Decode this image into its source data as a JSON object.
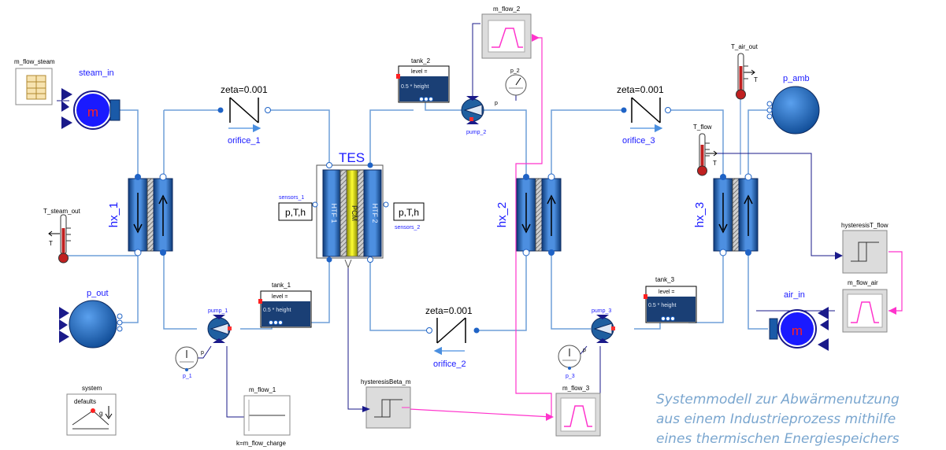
{
  "labels": {
    "m_flow_steam": "m_flow_steam",
    "steam_in": "steam_in",
    "zeta_1": "zeta=0.001",
    "orifice_1": "orifice_1",
    "hx_1": "hx_1",
    "T_steam_out": "T_steam_out",
    "T": "T",
    "p_out": "p_out",
    "pump_1": "pump_1",
    "p_1": "p_1",
    "p": "p",
    "tank_1": "tank_1",
    "level": "level =",
    "tank_level_text": "0.5 * height",
    "m_flow_1": "m_flow_1",
    "k_m_flow_charge": "k=m_flow_charge",
    "system": "system",
    "defaults": "defaults",
    "g": "g",
    "TES": "TES",
    "sensors_1": "sensors_1",
    "sensors_2": "sensors_2",
    "pth": "p,T,h",
    "HTF_1": "HTF 1",
    "PCM": "PCM",
    "HTF_2": "HTF 2",
    "tank_2": "tank_2",
    "m_flow_2": "m_flow_2",
    "pump_2": "pump_2",
    "p_2": "p_2",
    "zeta_2": "zeta=0.001",
    "orifice_2": "orifice_2",
    "hysteresisBeta_m": "hysteresisBeta_m",
    "hx_2": "hx_2",
    "zeta_3": "zeta=0.001",
    "orifice_3": "orifice_3",
    "tank_3": "tank_3",
    "pump_3": "pump_3",
    "p_3": "p_3",
    "m_flow_3": "m_flow_3",
    "T_air_out": "T_air_out",
    "p_amb": "p_amb",
    "T_flow": "T_flow",
    "hx_3": "hx_3",
    "hysteresisT_flow": "hysteresisT_flow",
    "m_flow_air": "m_flow_air",
    "air_in": "air_in",
    "m_dot": "m"
  },
  "caption": {
    "line1": "Systemmodell zur Abwärmenutzung",
    "line2": "aus einem Industrieprozess mithilfe",
    "line3": "eines thermischen Energiespeichers"
  },
  "colors": {
    "pipe": "#6f9fd8",
    "signal": "#ff33cc",
    "port": "#1f63c6",
    "dark": "#1a1a8a",
    "pump": "#1f5fa0",
    "pcm": "#d8d800"
  }
}
